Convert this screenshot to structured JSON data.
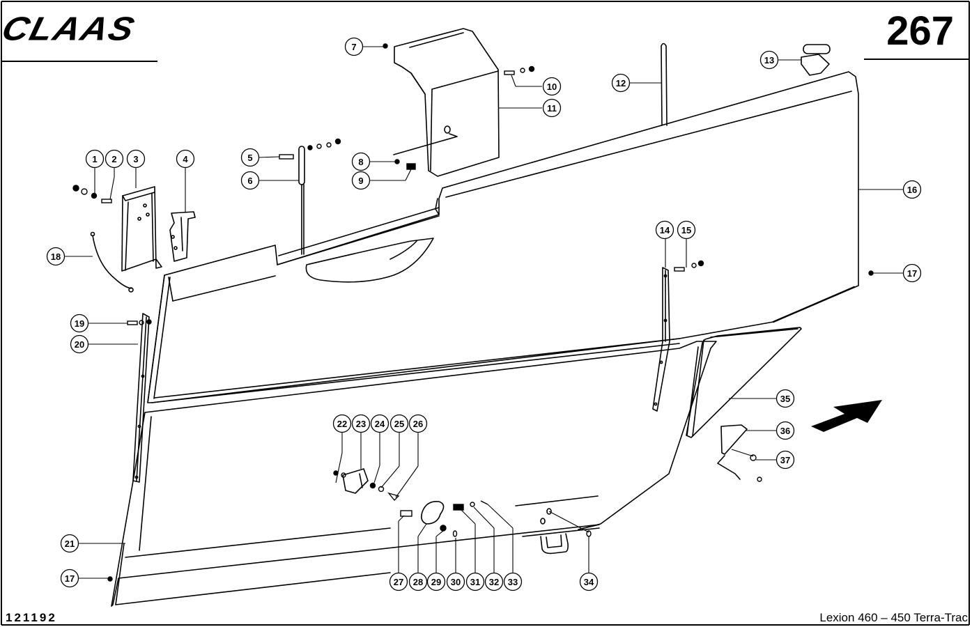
{
  "header": {
    "brand": "CLAAS",
    "page_number": "267"
  },
  "footer": {
    "drawing_number": "121192",
    "model": "Lexion 460 – 450 Terra-Trac"
  },
  "direction_arrow": "travel-direction-arrow",
  "callouts": [
    {
      "label": "1",
      "target": "nut"
    },
    {
      "label": "2",
      "target": "bolt"
    },
    {
      "label": "3",
      "target": "bracket"
    },
    {
      "label": "4",
      "target": "latch"
    },
    {
      "label": "5",
      "target": "bolt"
    },
    {
      "label": "6",
      "target": "gas-strut"
    },
    {
      "label": "7",
      "target": "nut"
    },
    {
      "label": "8",
      "target": "washer"
    },
    {
      "label": "9",
      "target": "bushing"
    },
    {
      "label": "10",
      "target": "bolt"
    },
    {
      "label": "11",
      "target": "cover"
    },
    {
      "label": "12",
      "target": "rod"
    },
    {
      "label": "13",
      "target": "hinge"
    },
    {
      "label": "14",
      "target": "strip"
    },
    {
      "label": "15",
      "target": "bolt"
    },
    {
      "label": "16",
      "target": "upper-panel"
    },
    {
      "label": "17",
      "target": "nut"
    },
    {
      "label": "18",
      "target": "cable"
    },
    {
      "label": "19",
      "target": "bolt"
    },
    {
      "label": "20",
      "target": "strip"
    },
    {
      "label": "21",
      "target": "lower-panel"
    },
    {
      "label": "22",
      "target": "bolt"
    },
    {
      "label": "23",
      "target": "bracket"
    },
    {
      "label": "24",
      "target": "nut"
    },
    {
      "label": "25",
      "target": "washer"
    },
    {
      "label": "26",
      "target": "pin"
    },
    {
      "label": "27",
      "target": "bushing"
    },
    {
      "label": "28",
      "target": "latch-plate"
    },
    {
      "label": "29",
      "target": "nut"
    },
    {
      "label": "30",
      "target": "ring"
    },
    {
      "label": "31",
      "target": "spring"
    },
    {
      "label": "32",
      "target": "washer"
    },
    {
      "label": "33",
      "target": "pin"
    },
    {
      "label": "34",
      "target": "grommet"
    },
    {
      "label": "35",
      "target": "corner-panel"
    },
    {
      "label": "36",
      "target": "bracket"
    },
    {
      "label": "37",
      "target": "screw"
    },
    {
      "label": "17",
      "target": "nut"
    }
  ]
}
